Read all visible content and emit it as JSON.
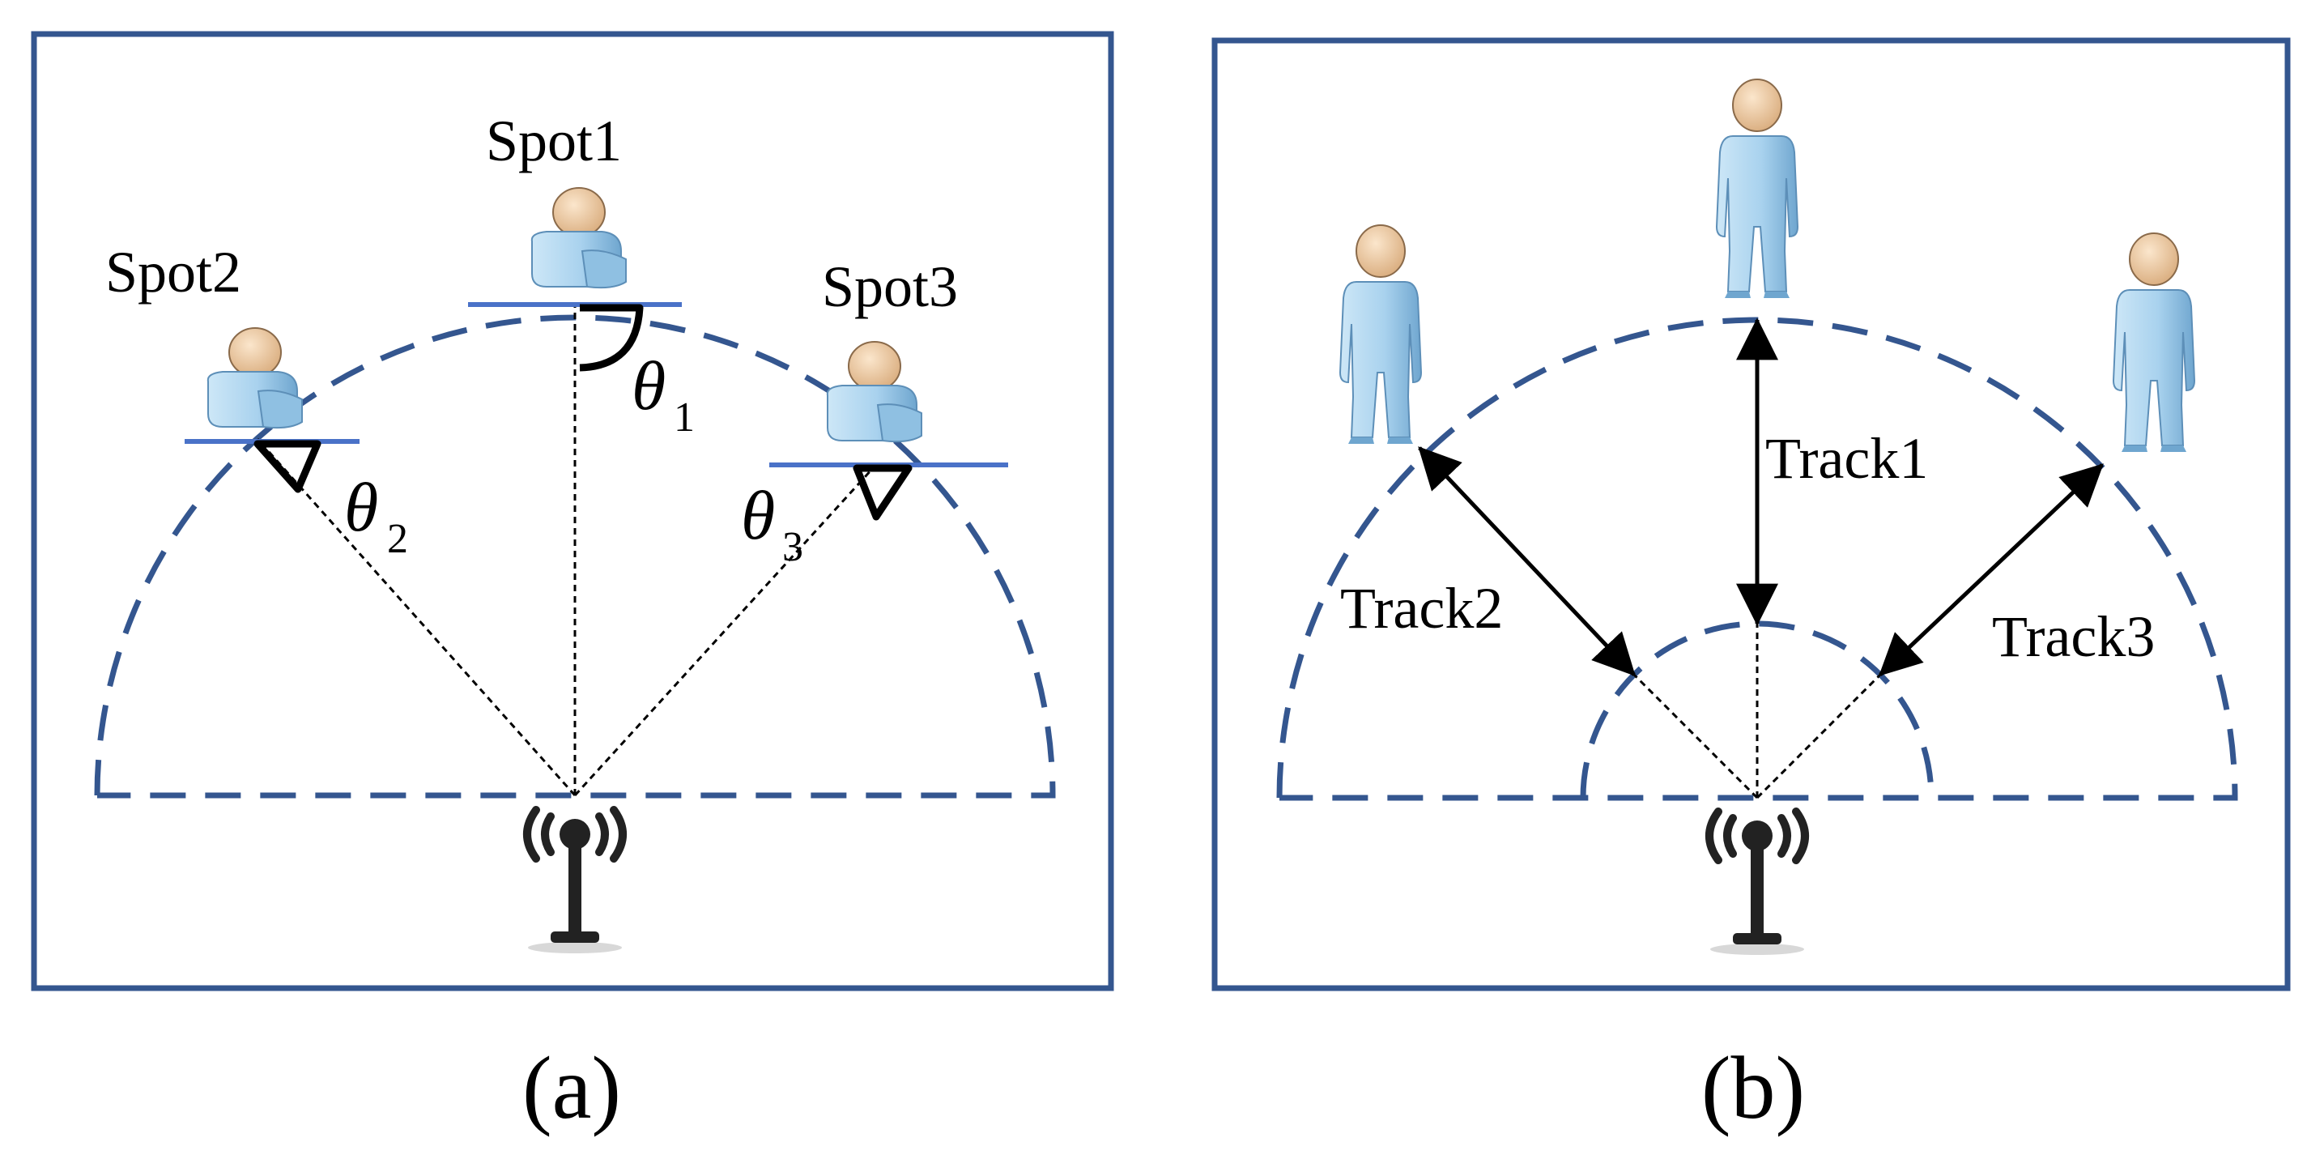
{
  "panel_a": {
    "caption": "(a)",
    "spots": [
      {
        "label": "Spot1",
        "angle_symbol": "θ",
        "angle_sub": "1"
      },
      {
        "label": "Spot2",
        "angle_symbol": "θ",
        "angle_sub": "2"
      },
      {
        "label": "Spot3",
        "angle_symbol": "θ",
        "angle_sub": "3"
      }
    ]
  },
  "panel_b": {
    "caption": "(b)",
    "tracks": [
      {
        "label": "Track1"
      },
      {
        "label": "Track2"
      },
      {
        "label": "Track3"
      }
    ]
  },
  "colors": {
    "frame": "#34568f",
    "dashed_arc": "#34568f",
    "surface_line": "#4a72c8",
    "figure_fill": "#a9d2ee",
    "head_fill": "#f1d1ac",
    "ink": "#000000"
  },
  "icons": [
    "person-icon",
    "antenna-icon"
  ]
}
